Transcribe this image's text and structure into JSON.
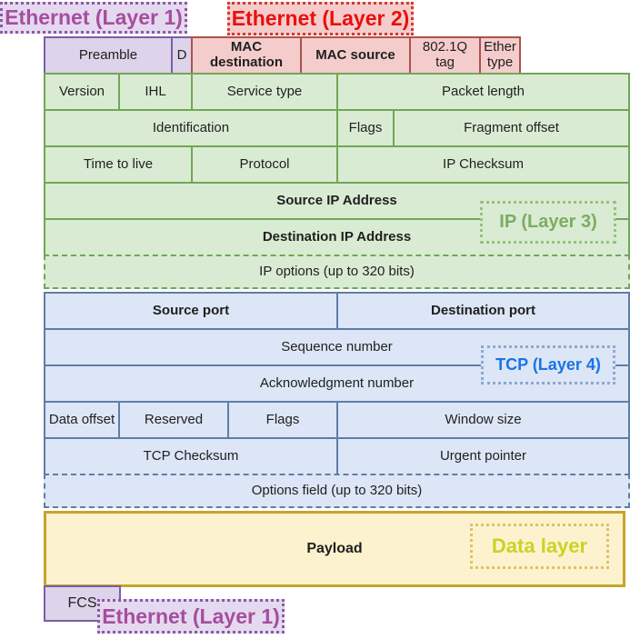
{
  "layer_labels": {
    "ethernet_layer1_top": "Ethernet (Layer 1)",
    "ethernet_layer2": "Ethernet (Layer 2)",
    "ip_layer3": "IP (Layer 3)",
    "tcp_layer4": "TCP (Layer 4)",
    "data_layer": "Data layer",
    "ethernet_layer1_bottom": "Ethernet (Layer 1)"
  },
  "ethernet_header": {
    "preamble": "Preamble",
    "delimiter": "D",
    "mac_destination": "MAC destination",
    "mac_source": "MAC source",
    "dot1q_tag": "802.1Q tag",
    "ether_type": "Ether type",
    "fcs": "FCS"
  },
  "ip_header": {
    "version": "Version",
    "ihl": "IHL",
    "service_type": "Service type",
    "packet_length": "Packet length",
    "identification": "Identification",
    "flags": "Flags",
    "fragment_offset": "Fragment offset",
    "time_to_live": "Time to live",
    "protocol": "Protocol",
    "checksum": "IP Checksum",
    "source_address": "Source IP Address",
    "destination_address": "Destination IP Address",
    "options": "IP options (up to 320 bits)"
  },
  "tcp_header": {
    "source_port": "Source port",
    "destination_port": "Destination port",
    "sequence_number": "Sequence number",
    "acknowledgment_number": "Acknowledgment number",
    "data_offset": "Data offset",
    "reserved": "Reserved",
    "flags": "Flags",
    "window_size": "Window size",
    "checksum": "TCP Checksum",
    "urgent_pointer": "Urgent pointer",
    "options": "Options field (up to 320 bits)"
  },
  "payload": {
    "label": "Payload"
  },
  "colors": {
    "ethernet_purple_bg": "#DDD3EA",
    "ethernet_purple_border": "#7B5EA7",
    "ethernet_red_bg": "#F5CCCC",
    "ethernet_red_border": "#AC524B",
    "ip_green_bg": "#DAEBD3",
    "ip_green_border": "#70A755",
    "tcp_blue_bg": "#DCE6F6",
    "tcp_blue_border": "#5F7DA8",
    "payload_yellow_bg": "#FDF2CE",
    "payload_yellow_border": "#C7A42B",
    "label_purple_text": "#A64D9E",
    "label_red_text": "#E8100C",
    "label_green_text": "#7CAD62",
    "label_blue_text": "#1A73E8",
    "label_data_text": "#CBD224"
  }
}
